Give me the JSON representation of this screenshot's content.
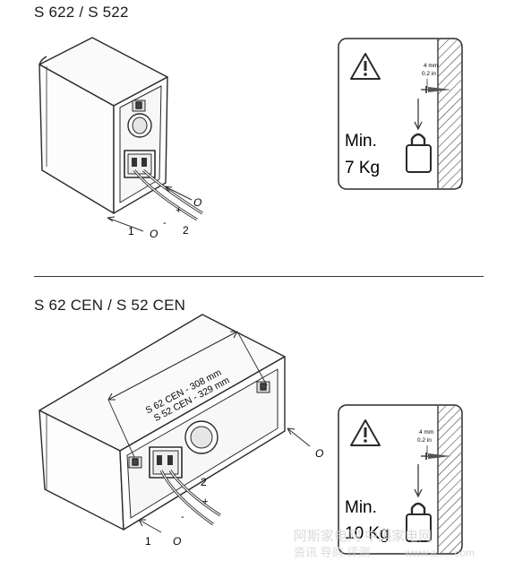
{
  "section1": {
    "title": "S 622 / S 522",
    "callouts": {
      "one": "1",
      "two": "2",
      "o_top": "O",
      "o_bottom": "O",
      "plus": "+",
      "minus": "-"
    },
    "warning": {
      "icon": "warning-triangle-icon",
      "lock_icon": "padlock-icon",
      "dim_mm": "4 mm",
      "dim_in": "0.2 in",
      "min_label": "Min.",
      "weight": "7 Kg"
    }
  },
  "section2": {
    "title": "S 62 CEN / S 52 CEN",
    "dimension_line1": "S 62 CEN - 308 mm",
    "dimension_line2": "S 52 CEN - 329 mm",
    "callouts": {
      "one": "1",
      "two": "2",
      "o_side": "O",
      "o_bottom": "O",
      "plus": "+",
      "minus": "-"
    },
    "warning": {
      "icon": "warning-triangle-icon",
      "lock_icon": "padlock-icon",
      "dim_mm": "4 mm",
      "dim_in": "0.2 in",
      "min_label": "Min.",
      "weight": "10 Kg"
    }
  },
  "watermark": {
    "line1": "阿斯家电网 中国家电网",
    "line2": "资讯 导购 评测",
    "url": "www.a......com"
  },
  "colors": {
    "line": "#2a2a2a",
    "hatch": "#444444",
    "fill_panel": "#f2f2f2",
    "watermark": "#d9d9d9"
  }
}
